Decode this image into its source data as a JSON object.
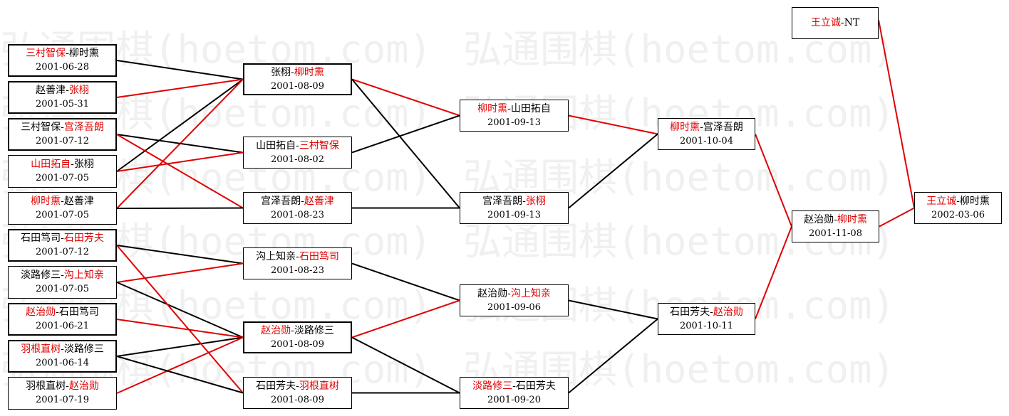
{
  "watermark_text": "弘通围棋(hoetom.com)",
  "colors": {
    "winner": "#e00000",
    "loser_line": "#000000",
    "winner_line": "#e00000"
  },
  "matches": [
    {
      "id": "r1-1",
      "p1": "三村智保",
      "p2": "柳时熏",
      "winner": 1,
      "date": "2001-06-28"
    },
    {
      "id": "r1-2",
      "p1": "赵善津",
      "p2": "张栩",
      "winner": 2,
      "date": "2001-05-31"
    },
    {
      "id": "r1-3",
      "p1": "三村智保",
      "p2": "宫泽吾朗",
      "winner": 2,
      "date": "2001-07-12"
    },
    {
      "id": "r1-4",
      "p1": "山田拓自",
      "p2": "张栩",
      "winner": 1,
      "date": "2001-07-05"
    },
    {
      "id": "r1-5",
      "p1": "柳时熏",
      "p2": "赵善津",
      "winner": 1,
      "date": "2001-07-05"
    },
    {
      "id": "r1-6",
      "p1": "石田笃司",
      "p2": "石田芳夫",
      "winner": 2,
      "date": "2001-07-12"
    },
    {
      "id": "r1-7",
      "p1": "淡路修三",
      "p2": "沟上知亲",
      "winner": 2,
      "date": "2001-07-05"
    },
    {
      "id": "r1-8",
      "p1": "赵治勋",
      "p2": "石田笃司",
      "winner": 1,
      "date": "2001-06-21"
    },
    {
      "id": "r1-9",
      "p1": "羽根直树",
      "p2": "淡路修三",
      "winner": 1,
      "date": "2001-06-14"
    },
    {
      "id": "r1-10",
      "p1": "羽根直树",
      "p2": "赵治勋",
      "winner": 2,
      "date": "2001-07-19"
    },
    {
      "id": "r2-1",
      "p1": "张栩",
      "p2": "柳时熏",
      "winner": 2,
      "date": "2001-08-09"
    },
    {
      "id": "r2-2",
      "p1": "山田拓自",
      "p2": "三村智保",
      "winner": 2,
      "date": "2001-08-02"
    },
    {
      "id": "r2-3",
      "p1": "宫泽吾朗",
      "p2": "赵善津",
      "winner": 2,
      "date": "2001-08-23"
    },
    {
      "id": "r2-4",
      "p1": "沟上知亲",
      "p2": "石田笃司",
      "winner": 2,
      "date": "2001-08-23"
    },
    {
      "id": "r2-5",
      "p1": "赵治勋",
      "p2": "淡路修三",
      "winner": 1,
      "date": "2001-08-09"
    },
    {
      "id": "r2-6",
      "p1": "石田芳夫",
      "p2": "羽根直树",
      "winner": 2,
      "date": "2001-08-09"
    },
    {
      "id": "r3-1",
      "p1": "柳时熏",
      "p2": "山田拓自",
      "winner": 1,
      "date": "2001-09-13"
    },
    {
      "id": "r3-2",
      "p1": "宫泽吾朗",
      "p2": "张栩",
      "winner": 2,
      "date": "2001-09-13"
    },
    {
      "id": "r3-3",
      "p1": "赵治勋",
      "p2": "沟上知亲",
      "winner": 2,
      "date": "2001-09-06"
    },
    {
      "id": "r3-4",
      "p1": "淡路修三",
      "p2": "石田芳夫",
      "winner": 1,
      "date": "2001-09-20"
    },
    {
      "id": "r4-1",
      "p1": "柳时熏",
      "p2": "宫泽吾朗",
      "winner": 1,
      "date": "2001-10-04"
    },
    {
      "id": "r4-2",
      "p1": "石田芳夫",
      "p2": "赵治勋",
      "winner": 2,
      "date": "2001-10-11"
    },
    {
      "id": "r5-1",
      "p1": "赵治勋",
      "p2": "柳时熏",
      "winner": 2,
      "date": "2001-11-08"
    },
    {
      "id": "champ",
      "p1": "王立诚",
      "p2": "NT",
      "winner": 1,
      "date": ""
    },
    {
      "id": "final",
      "p1": "王立诚",
      "p2": "柳时熏",
      "winner": 1,
      "date": "2002-03-06"
    }
  ],
  "connections": [
    {
      "from": "r1-1",
      "to": "r2-1",
      "won": false
    },
    {
      "from": "r1-2",
      "to": "r2-1",
      "won": true
    },
    {
      "from": "r1-4",
      "to": "r2-1",
      "won": false
    },
    {
      "from": "r1-5",
      "to": "r2-1",
      "won": true
    },
    {
      "from": "r1-3",
      "to": "r2-2",
      "won": false
    },
    {
      "from": "r1-4",
      "to": "r2-2",
      "won": true
    },
    {
      "from": "r1-3",
      "to": "r2-3",
      "won": true
    },
    {
      "from": "r1-5",
      "to": "r2-3",
      "won": false
    },
    {
      "from": "r1-6",
      "to": "r2-4",
      "won": false
    },
    {
      "from": "r1-7",
      "to": "r2-4",
      "won": true
    },
    {
      "from": "r1-7",
      "to": "r2-5",
      "won": false
    },
    {
      "from": "r1-8",
      "to": "r2-5",
      "won": true
    },
    {
      "from": "r1-9",
      "to": "r2-5",
      "won": false
    },
    {
      "from": "r1-10",
      "to": "r2-5",
      "won": true
    },
    {
      "from": "r1-6",
      "to": "r2-6",
      "won": true
    },
    {
      "from": "r1-9",
      "to": "r2-6",
      "won": false
    },
    {
      "from": "r2-1",
      "to": "r3-1",
      "won": true
    },
    {
      "from": "r2-2",
      "to": "r3-1",
      "won": false
    },
    {
      "from": "r2-1",
      "to": "r3-2",
      "won": false
    },
    {
      "from": "r2-3",
      "to": "r3-2",
      "won": false
    },
    {
      "from": "r2-4",
      "to": "r3-3",
      "won": false
    },
    {
      "from": "r2-5",
      "to": "r3-3",
      "won": true
    },
    {
      "from": "r2-5",
      "to": "r3-4",
      "won": false
    },
    {
      "from": "r2-6",
      "to": "r3-4",
      "won": false
    },
    {
      "from": "r3-1",
      "to": "r4-1",
      "won": true
    },
    {
      "from": "r3-2",
      "to": "r4-1",
      "won": false
    },
    {
      "from": "r3-3",
      "to": "r4-2",
      "won": false
    },
    {
      "from": "r3-4",
      "to": "r4-2",
      "won": false
    },
    {
      "from": "r4-1",
      "to": "r5-1",
      "won": true
    },
    {
      "from": "r4-2",
      "to": "r5-1",
      "won": true
    },
    {
      "from": "r5-1",
      "to": "final",
      "won": true
    },
    {
      "from": "champ",
      "to": "final",
      "won": true
    }
  ]
}
